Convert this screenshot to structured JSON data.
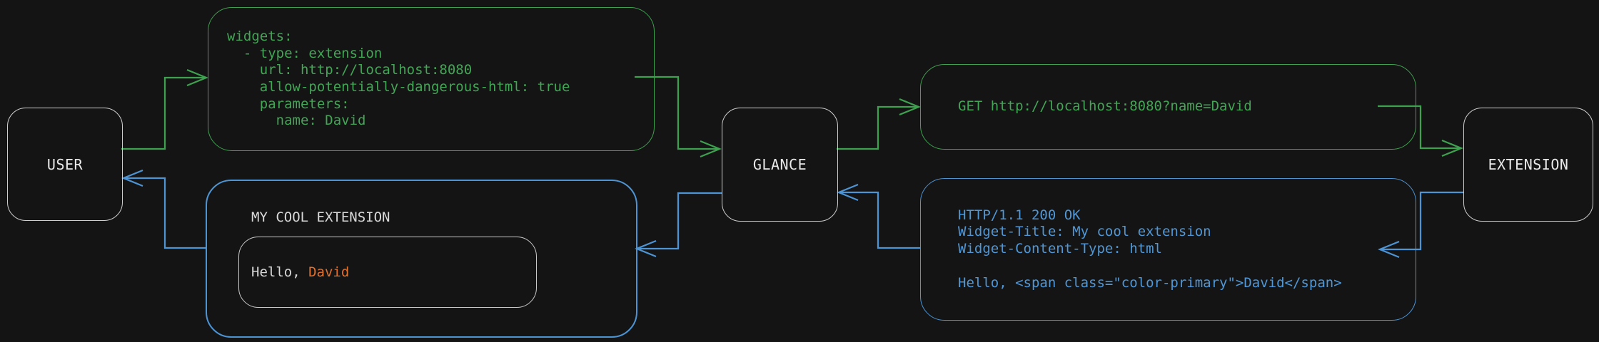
{
  "diagram": {
    "nodes": {
      "user": "USER",
      "glance": "GLANCE",
      "extension": "EXTENSION"
    },
    "config_box": {
      "lines": [
        "widgets:",
        "  - type: extension",
        "    url: http://localhost:8080",
        "    allow-potentially-dangerous-html: true",
        "    parameters:",
        "      name: David"
      ]
    },
    "request_box": {
      "text": "GET http://localhost:8080?name=David"
    },
    "response_box": {
      "lines": [
        "HTTP/1.1 200 OK",
        "Widget-Title: My cool extension",
        "Widget-Content-Type: html",
        "",
        "Hello, <span class=\"color-primary\">David</span>"
      ]
    },
    "widget_box": {
      "title": "MY COOL EXTENSION",
      "greeting_prefix": "Hello, ",
      "greeting_name": "David"
    },
    "colors": {
      "request_green": "#3ea14f",
      "response_blue": "#4d94d4",
      "highlight_orange": "#e2712e",
      "node_border": "#cfcfcf",
      "background": "#141414"
    }
  }
}
